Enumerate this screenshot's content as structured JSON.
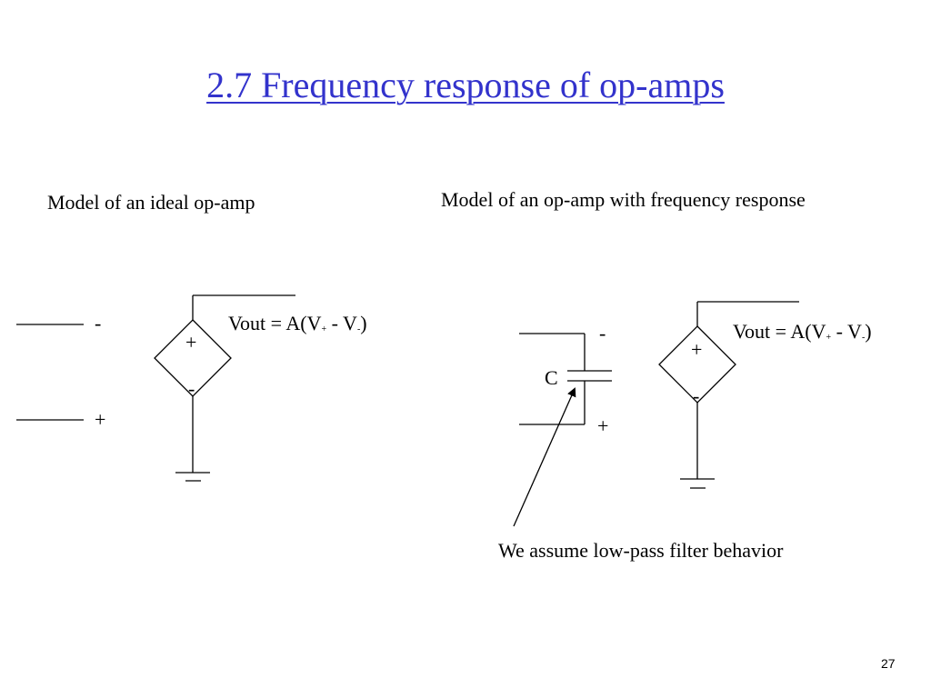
{
  "slide": {
    "title": "2.7 Frequency response of op-amps",
    "page_number": "27"
  },
  "left_model": {
    "heading": "Model of an ideal op-amp",
    "input_minus": "-",
    "input_plus": "+",
    "source_plus": "+",
    "source_minus": "-",
    "equation": {
      "prefix": "Vout = A(V",
      "sub_plus": "+",
      "middle": " - V",
      "sub_minus": "-",
      "suffix": ")"
    }
  },
  "right_model": {
    "heading": "Model of an op-amp with frequency response",
    "input_minus": "-",
    "input_plus": "+",
    "capacitor_label": "C",
    "source_plus": "+",
    "source_minus": "-",
    "equation": {
      "prefix": "Vout = A(V",
      "sub_plus": "+",
      "middle": " - V",
      "sub_minus": "-",
      "suffix": ")"
    },
    "annotation": "We assume low-pass filter behavior"
  }
}
